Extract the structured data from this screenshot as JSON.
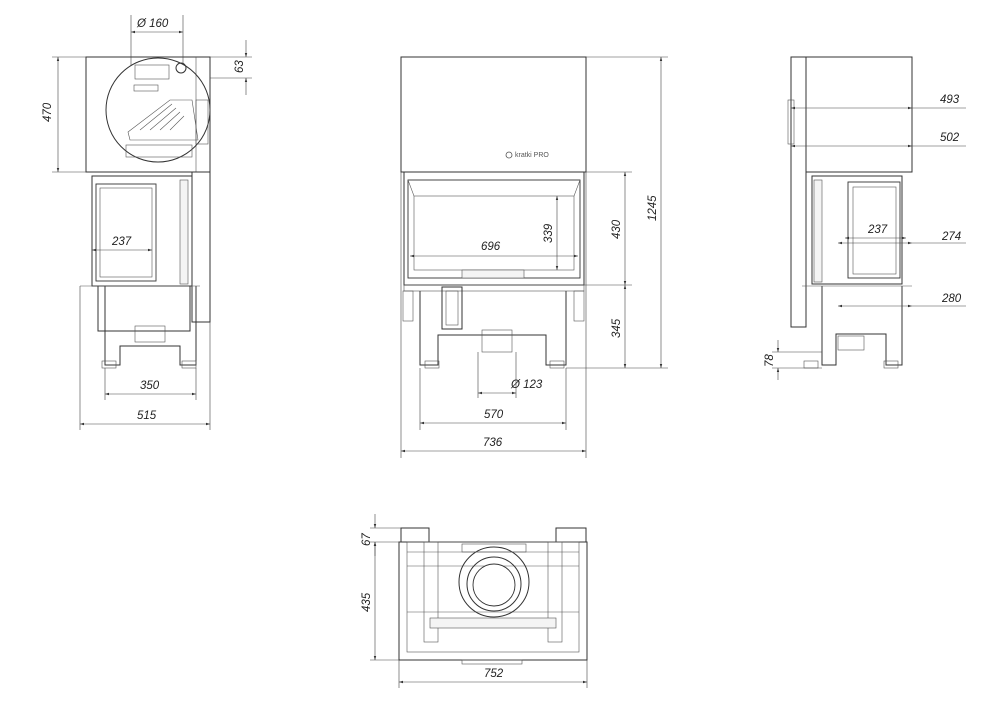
{
  "drawing": {
    "brand": "kratki PRO",
    "views": {
      "left_side": {
        "dims": {
          "outlet_diameter": "Ø 160",
          "outlet_offset": "63",
          "hood_height": "470",
          "door_depth": "237",
          "leg_span": "350",
          "total_depth": "515"
        }
      },
      "front": {
        "dims": {
          "glass_width": "696",
          "glass_height": "339",
          "door_height": "430",
          "total_height": "1245",
          "base_height": "345",
          "air_inlet_diameter": "Ø 123",
          "leg_span": "570",
          "total_width": "736"
        }
      },
      "right_side": {
        "dims": {
          "hood_depth_a": "493",
          "hood_depth_b": "502",
          "door_depth": "237",
          "glass_depth": "274",
          "body_depth": "280",
          "foot_height": "78"
        }
      },
      "top": {
        "dims": {
          "rear_offset": "67",
          "depth": "435",
          "width": "752"
        }
      }
    }
  }
}
